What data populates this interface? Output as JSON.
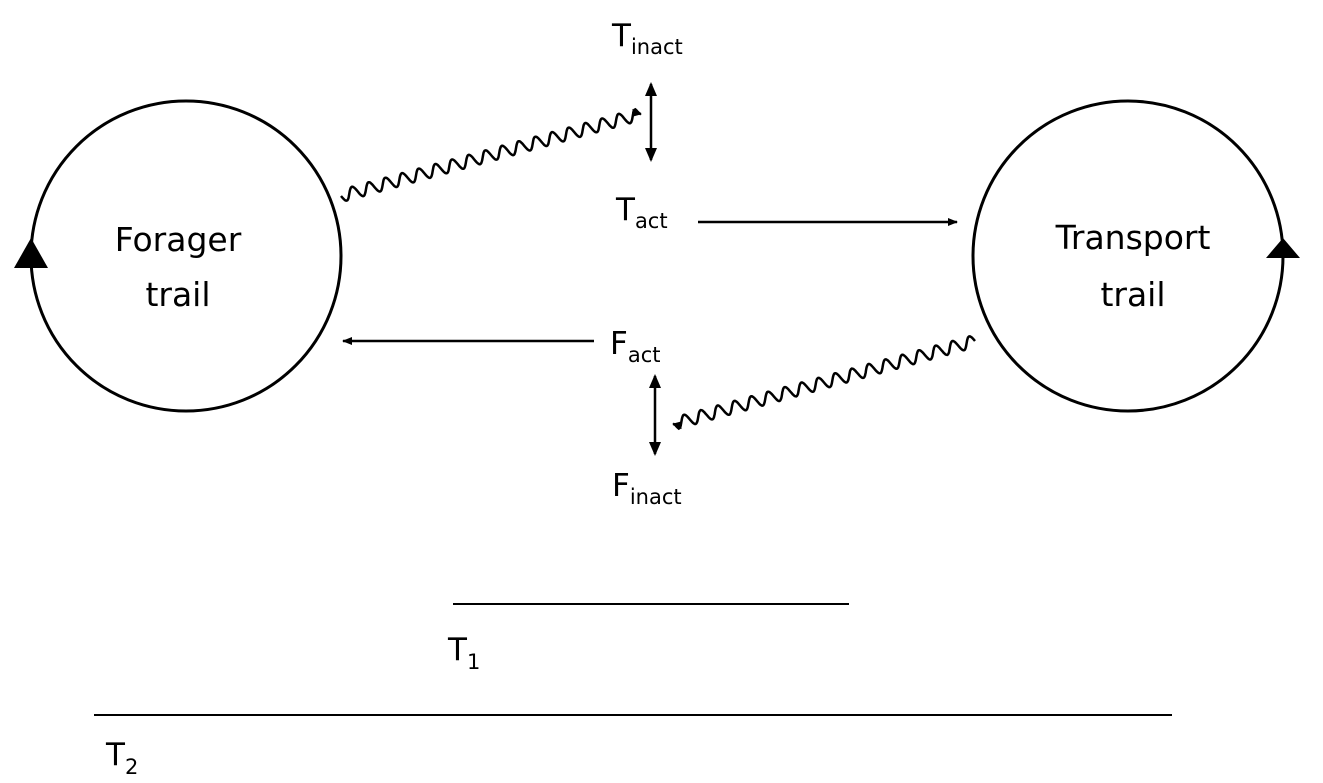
{
  "nodes": {
    "forager_trail": {
      "line1": "Forager",
      "line2": "trail"
    },
    "transport_trail": {
      "line1": "Transport",
      "line2": "trail"
    }
  },
  "states": {
    "t_inact": {
      "base": "T",
      "sub": "inact"
    },
    "t_act": {
      "base": "T",
      "sub": "act"
    },
    "f_act": {
      "base": "F",
      "sub": "act"
    },
    "f_inact": {
      "base": "F",
      "sub": "inact"
    }
  },
  "timescales": {
    "t1": {
      "base": "T",
      "sub": "1"
    },
    "t2": {
      "base": "T",
      "sub": "2"
    }
  },
  "colors": {
    "ink": "#000000",
    "background": "#ffffff"
  }
}
